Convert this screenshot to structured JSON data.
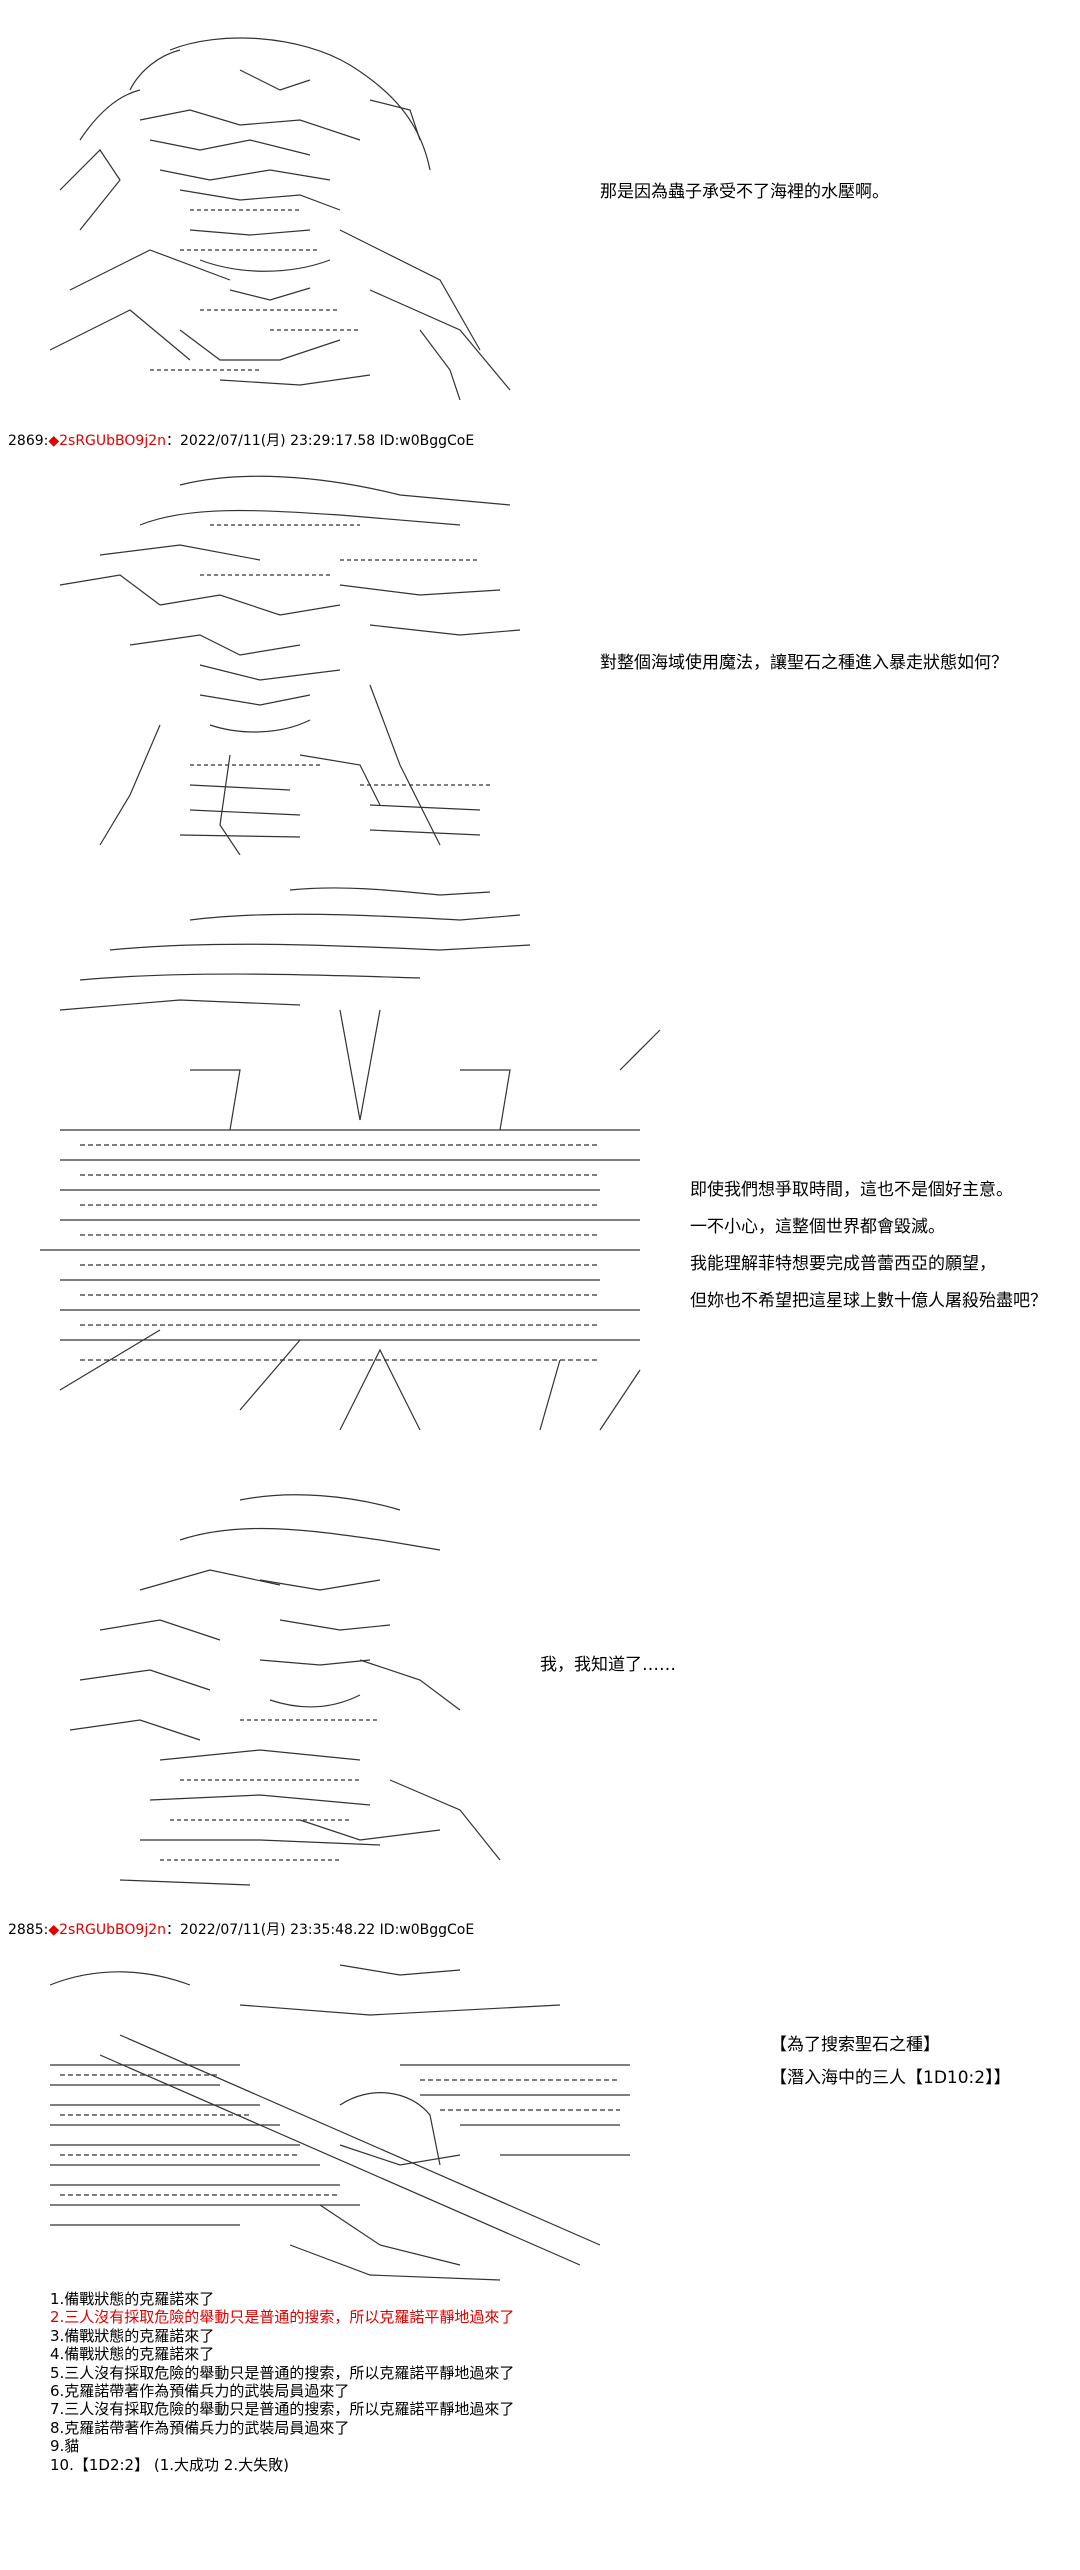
{
  "panel1": {
    "dialogue": [
      "那是因為蟲子承受不了海裡的水壓啊。"
    ]
  },
  "post1": {
    "number": "2869",
    "sep": ":",
    "trip": "◆2sRGUbBO9j2n",
    "meta": "：2022/07/11(月) 23:29:17.58 ID:w0BggCoE"
  },
  "panel2": {
    "dialogue": [
      "對整個海域使用魔法，讓聖石之種進入暴走狀態如何？"
    ]
  },
  "panel3": {
    "dialogue": [
      "即使我們想爭取時間，這也不是個好主意。",
      "一不小心，這整個世界都會毀滅。",
      "我能理解菲特想要完成普蕾西亞的願望，",
      "但妳也不希望把這星球上數十億人屠殺殆盡吧？"
    ]
  },
  "panel4": {
    "dialogue": [
      "我，我知道了……"
    ]
  },
  "post2": {
    "number": "2885",
    "sep": ":",
    "trip": "◆2sRGUbBO9j2n",
    "meta": "：2022/07/11(月) 23:35:48.22 ID:w0BggCoE"
  },
  "panel5": {
    "bracket1": "【為了搜索聖石之種】",
    "bracket2": "【潛入海中的三人【1D10:2】】"
  },
  "choices": [
    {
      "text": "1.備戰狀態的克羅諾來了",
      "highlight": false
    },
    {
      "text": "2.三人沒有採取危險的舉動只是普通的搜索，所以克羅諾平靜地過來了",
      "highlight": true
    },
    {
      "text": "3.備戰狀態的克羅諾來了",
      "highlight": false
    },
    {
      "text": "4.備戰狀態的克羅諾來了",
      "highlight": false
    },
    {
      "text": "5.三人沒有採取危險的舉動只是普通的搜索，所以克羅諾平靜地過來了",
      "highlight": false
    },
    {
      "text": "6.克羅諾帶著作為預備兵力的武裝局員過來了",
      "highlight": false
    },
    {
      "text": "7.三人沒有採取危險的舉動只是普通的搜索，所以克羅諾平靜地過來了",
      "highlight": false
    },
    {
      "text": "8.克羅諾帶著作為預備兵力的武裝局員過來了",
      "highlight": false
    },
    {
      "text": "9.貓",
      "highlight": false
    },
    {
      "text": "10.【1D2:2】 (1.大成功 2.大失敗)",
      "highlight": false
    }
  ],
  "colors": {
    "text": "#000000",
    "trip": "#e00000",
    "line_art": "#333333",
    "background": "#ffffff"
  }
}
